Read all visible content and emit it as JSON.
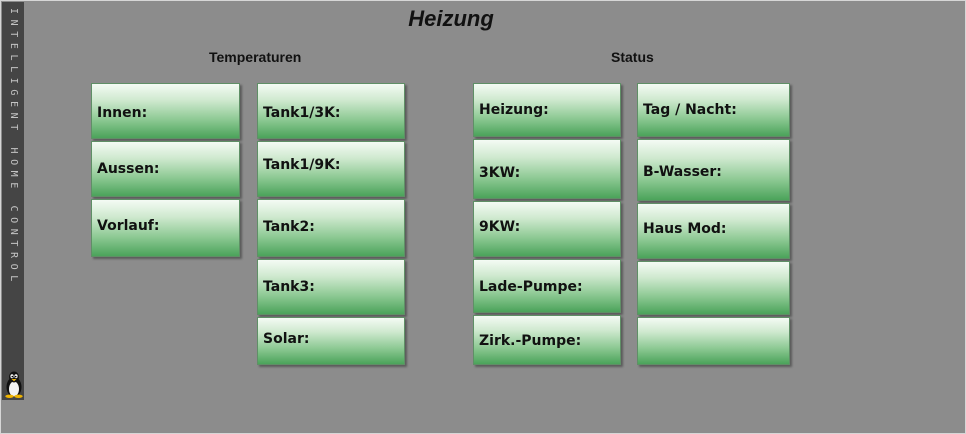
{
  "window": {
    "sidebar_text": "INTELLIGENT HOME CONTROL",
    "logo_icon": "tux-penguin-icon"
  },
  "page": {
    "title": "Heizung"
  },
  "sections": {
    "temperaturen": {
      "header": "Temperaturen",
      "column1": [
        {
          "label": "Innen:"
        },
        {
          "label": "Aussen:"
        },
        {
          "label": "Vorlauf:"
        }
      ],
      "column2": [
        {
          "label": "Tank1/3K:"
        },
        {
          "label": "Tank1/9K:"
        },
        {
          "label": "Tank2:"
        },
        {
          "label": "Tank3:"
        },
        {
          "label": "Solar:"
        }
      ]
    },
    "status": {
      "header": "Status",
      "column1": [
        {
          "label": "Heizung:"
        },
        {
          "label": "3KW:"
        },
        {
          "label": "9KW:"
        },
        {
          "label": "Lade-Pumpe:"
        },
        {
          "label": "Zirk.-Pumpe:"
        }
      ],
      "column2": [
        {
          "label": "Tag / Nacht:"
        },
        {
          "label": "B-Wasser:"
        },
        {
          "label": "Haus Mod:"
        },
        {
          "label": ""
        },
        {
          "label": ""
        }
      ]
    }
  },
  "colors": {
    "background": "#8c8c8c",
    "sidebar": "#454545",
    "tile_top": "#f4fbf4",
    "tile_bottom": "#4ba35a"
  }
}
